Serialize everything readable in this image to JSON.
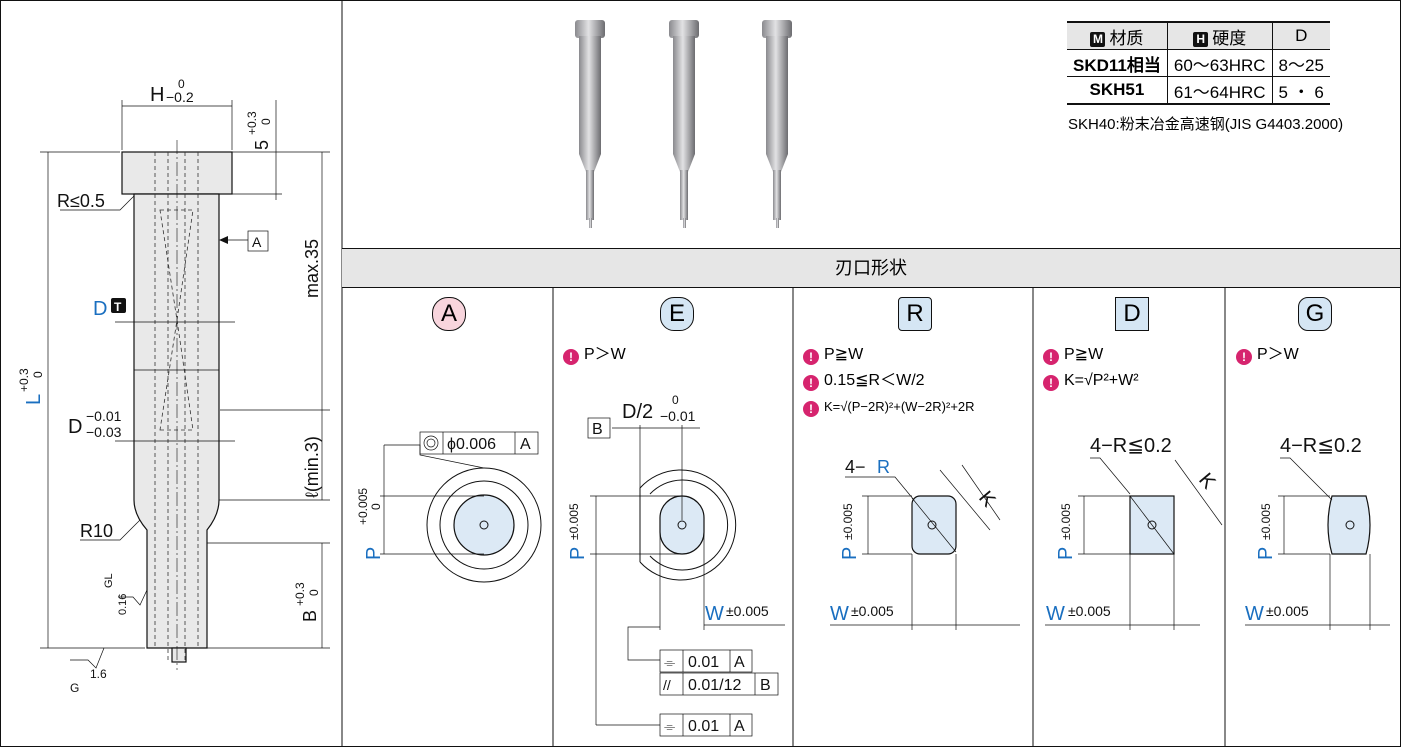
{
  "material_table": {
    "headers": [
      {
        "badge": "M",
        "label": "材质"
      },
      {
        "badge": "H",
        "label": "硬度"
      },
      {
        "label": "D"
      }
    ],
    "rows": [
      [
        "SKD11相当",
        "60～63HRC",
        "8～25"
      ],
      [
        "SKH51",
        "61～64HRC",
        "5 ・ 6"
      ]
    ],
    "note": "SKH40:粉末冶金高速钢(JIS G4403.2000)"
  },
  "section_header": "刃口形状",
  "left_drawing": {
    "h_label": "H",
    "h_upper": "0",
    "h_lower": "−0.2",
    "head_dim": "5",
    "head_upper": "+0.3",
    "head_lower": "0",
    "r_head": "R≤0.5",
    "datum_a": "A",
    "max_len": "max.35",
    "d_label": "D",
    "d_badge": "T",
    "d2_label": "D",
    "d2_upper": "−0.01",
    "d2_lower": "−0.03",
    "l_min": "ℓ(min.3)",
    "r10": "R10",
    "l_label": "L",
    "l_upper": "+0.3",
    "l_lower": "0",
    "b_label": "B",
    "b_upper": "+0.3",
    "b_lower": "0",
    "gl": "GL",
    "roughness_1": "0.16",
    "g": "G",
    "roughness_2": "1.6"
  },
  "shapes": [
    {
      "code": "A",
      "color": "#f8d5dd",
      "notes": [],
      "tol_symbol": "◎",
      "tol_value": "ϕ0.006",
      "tol_datum": "A",
      "p_label": "P",
      "p_upper": "+0.005",
      "p_lower": "0"
    },
    {
      "code": "E",
      "color": "#d5e6f4",
      "notes": [
        "P＞W"
      ],
      "d2_label": "D/2",
      "d2_upper": "0",
      "d2_lower": "−0.01",
      "datum_b": "B",
      "p_label": "P",
      "p_tol": "±0.005",
      "w_label": "W",
      "w_tol": "±0.005",
      "frames": [
        {
          "symbol": "⌯",
          "value": "0.01",
          "datum": "A"
        },
        {
          "symbol": "//",
          "value": "0.01/12",
          "datum": "B"
        },
        {
          "symbol": "⌯",
          "value": "0.01",
          "datum": "A"
        }
      ]
    },
    {
      "code": "R",
      "color": "#d5e6f4",
      "notes": [
        "P≧W",
        "0.15≦R＜W/2",
        "K=√(P−2R)²+(W−2R)²+2R"
      ],
      "r_label": "4−",
      "r_sym": "R",
      "k": "K",
      "p_label": "P",
      "p_tol": "±0.005",
      "w_label": "W",
      "w_tol": "±0.005"
    },
    {
      "code": "D",
      "color": "#d5e6f4",
      "notes": [
        "P≧W",
        "K=√P²+W²"
      ],
      "r_label": "4−R≦0.2",
      "k": "K",
      "p_label": "P",
      "p_tol": "±0.005",
      "w_label": "W",
      "w_tol": "±0.005"
    },
    {
      "code": "G",
      "color": "#d5e6f4",
      "notes": [
        "P＞W"
      ],
      "r_label": "4−R≦0.2",
      "p_label": "P",
      "p_tol": "±0.005",
      "w_label": "W",
      "w_tol": "±0.005"
    }
  ]
}
